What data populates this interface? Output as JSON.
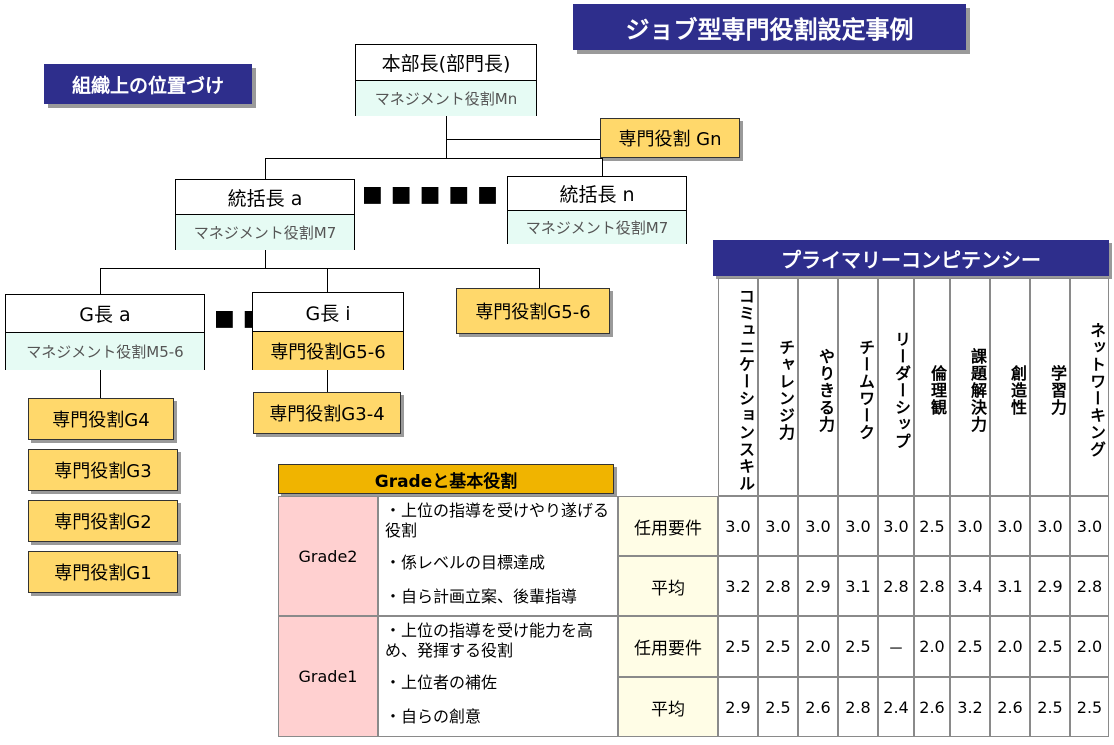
{
  "title": "ジョブ型専門役割設定事例",
  "org_label": "組織上の位置づけ",
  "org": {
    "head": {
      "title": "本部長(部門長)",
      "role": "マネジメント役割Mn"
    },
    "spec_gn": "専門役割 Gn",
    "mgr_a": {
      "title": "統括長 a",
      "role": "マネジメント役割M7"
    },
    "mgr_n": {
      "title": "統括長 n",
      "role": "マネジメント役割M7"
    },
    "g_a": {
      "title": "G長 a",
      "role": "マネジメント役割M5-6"
    },
    "g_i": {
      "title": "G長 i",
      "role": "専門役割G5-6"
    },
    "spec_g56": "専門役割G5-6",
    "spec_g34": "専門役割G3-4",
    "spec_g4": "専門役割G4",
    "spec_g3": "専門役割G3",
    "spec_g2": "専門役割G2",
    "spec_g1": "専門役割G1"
  },
  "competency_header": "プライマリーコンピテンシー",
  "competencies": [
    "コミュニケーションスキル",
    "チャレンジ力",
    "やりきる力",
    "チームワーク",
    "リーダーシップ",
    "倫理観",
    "課題解決力",
    "創造性",
    "学習力",
    "ネットワーキング"
  ],
  "grade_header": "Gradeと基本役割",
  "grades": [
    {
      "name": "Grade2",
      "duties": [
        "・上位の指導を受けやり遂げる役割",
        "・係レベルの目標達成",
        "・自ら計画立案、後輩指導"
      ],
      "rows": [
        {
          "label": "任用要件",
          "values": [
            "3.0",
            "3.0",
            "3.0",
            "3.0",
            "3.0",
            "2.5",
            "3.0",
            "3.0",
            "3.0",
            "3.0"
          ]
        },
        {
          "label": "平均",
          "values": [
            "3.2",
            "2.8",
            "2.9",
            "3.1",
            "2.8",
            "2.8",
            "3.4",
            "3.1",
            "2.9",
            "2.8"
          ]
        }
      ]
    },
    {
      "name": "Grade1",
      "duties": [
        "・上位の指導を受け能力を高め、発揮する役割",
        "・上位者の補佐",
        "・自らの創意"
      ],
      "rows": [
        {
          "label": "任用要件",
          "values": [
            "2.5",
            "2.5",
            "2.0",
            "2.5",
            "－",
            "2.0",
            "2.5",
            "2.0",
            "2.5",
            "2.0"
          ]
        },
        {
          "label": "平均",
          "values": [
            "2.9",
            "2.5",
            "2.6",
            "2.8",
            "2.4",
            "2.6",
            "3.2",
            "2.6",
            "2.5",
            "2.5"
          ]
        }
      ]
    }
  ]
}
